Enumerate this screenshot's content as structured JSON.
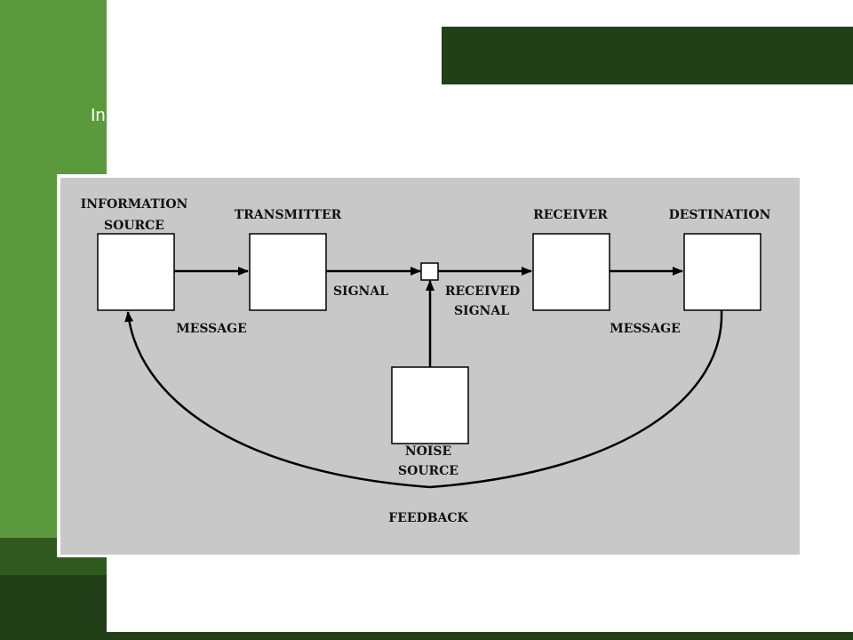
{
  "slide": {
    "title": "In",
    "colors": {
      "accent_green": "#5a9a3c",
      "dark_green": "#223f17",
      "diagram_bg": "#c8c8c8"
    }
  },
  "diagram": {
    "nodes": {
      "information_source": [
        "INFORMATION",
        "SOURCE"
      ],
      "transmitter": [
        "TRANSMITTER"
      ],
      "receiver": [
        "RECEIVER"
      ],
      "destination": [
        "DESTINATION"
      ],
      "noise_source": [
        "NOISE",
        "SOURCE"
      ]
    },
    "edges": {
      "message_out": "MESSAGE",
      "signal": "SIGNAL",
      "received_signal": [
        "RECEIVED",
        "SIGNAL"
      ],
      "message_in": "MESSAGE",
      "feedback": "FEEDBACK"
    }
  }
}
